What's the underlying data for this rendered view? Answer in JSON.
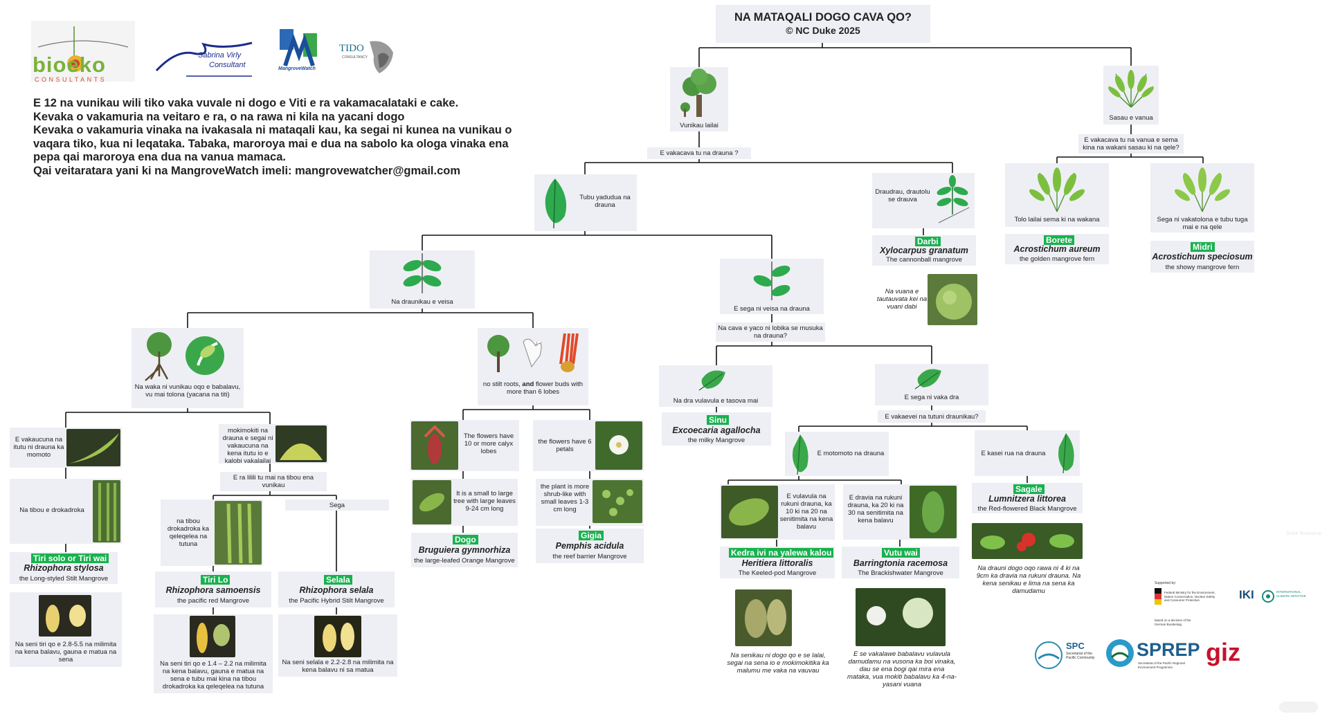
{
  "title": "NA MATAQALI DOGO CAVA QO?",
  "copyright": "© NC Duke 2025",
  "logos": {
    "bioeko_main": "bioeko",
    "bioeko_sub": "CONSULTANTS",
    "sabrina_line1": "Sabrina Virly",
    "sabrina_line2": "Consultant",
    "mangrovewatch": "MangroveWatch",
    "tido": "TIDO",
    "tido_sub": "CONSULTANCY",
    "supported_by": "Supported by:",
    "bmu_text": "Federal Ministry for the Environment, Nature Conservation, Nuclear Safety and Consumer Protection",
    "bmu_note": "based on a decision of the German Bundestag",
    "iki": "IKI",
    "iki_sub": "INTERNATIONAL CLIMATE INITIATIVE",
    "spc": "SPC",
    "spc_sub": "Secretariat of the Pacific Community",
    "sprep": "SPREP",
    "sprep_sub": "Secretariat of the Pacific Regional Environment Programme",
    "giz": "giz"
  },
  "intro": [
    "E 12 na vunikau wili tiko vaka vuvale ni dogo e Viti e ra vakamacalataki e cake.",
    "Kevaka o vakamuria na veitaro e ra, o na rawa ni kila na yacani dogo",
    "Kevaka o vakamuria vinaka na ivakasala ni mataqali kau, ka segai ni kunea na vunikau o",
    "vaqara tiko, kua ni leqataka. Tabaka, maroroya mai e dua na sabolo ka ologa vinaka ena",
    "pepa qai maroroya ena dua na vanua mamaca.",
    "Qai veitaratara yani ki na MangroveWatch imeli: mangrovewatcher@gmail.com"
  ],
  "nodes": {
    "tree": "Vunikau lailai",
    "fern": "Sasau e vanua",
    "q_leaf_type": "E vakacava tu na drauna ?",
    "q_fern": "E vakacava tu na vanua e sema kina na wakani sasau ki na qele?",
    "simple_leaf": "Tubu yadudua na drauna",
    "compound_leaf": "Draudrau, drautolu se drauva",
    "fern_stem": "Tolo lailai sema ki na wakana",
    "fern_rhizome": "Sega ni vakatolona e tubu tuga mai e na qele",
    "opposite": "Na draunikau e veisa",
    "alternate": "E sega ni veisa na drauna",
    "q_alt": "Na cava e yaco ni lobika se musuka na drauna?",
    "stilt": "Na waka ni vunikau oqo e babalavu, vu mai tolona (yacana na titi)",
    "nostilt_pre": "no stilt roots,",
    "nostilt_bold": "and",
    "nostilt_post": "flower buds with more than 6 lobes",
    "milky": "Na dra vulavula e tasova mai",
    "notmilky": "E sega ni vaka dra",
    "q_tip": "E vakaevei na tutuni draunikau?",
    "pointed": "E vakaucuna na itutu ni drauna ka momoto",
    "blunt": "mokimokiti na drauna e segai ni vakaucuna na kena itutu io e kalobi vakalailai",
    "q_infl": "E ra lilili tu mai na tibou ena vunikau",
    "sega": "Sega",
    "long_hyp": "Na tibou e drokadroka",
    "infl_green": "na tibou drokadroka ka qeleqelea na tutuna",
    "fl10": "The flowers have 10 or more calyx lobes",
    "fl6": "the flowers have 6 petals",
    "smalltree": "It is a small to large tree with large leaves 9-24 cm long",
    "shrub": "the plant is more shrub-like with small leaves 1-3 cm long",
    "rounded": "E motomoto na drauna",
    "notched": "E kasei rua na drauna",
    "heritiera_desc": "E vulavula na rukuni drauna, ka 10 ki na 20 na senitimita na kena balavu",
    "barr_desc": "E dravia na rukuni drauna, ka 20 ki na 30 na senitimita na kena balavu"
  },
  "species": {
    "xylocarpus": {
      "local": "Darbi",
      "sci": "Xylocarpus granatum",
      "common": "The cannonball mangrove"
    },
    "aureum": {
      "local": "Borete",
      "sci": "Acrostichum aureum",
      "common": "the golden mangrove fern"
    },
    "speciosum": {
      "local": "Midri",
      "sci": "Acrostichum speciosum",
      "common": "the showy mangrove fern"
    },
    "excoecaria": {
      "local": "Sinu",
      "sci": "Excoecaria agallocha",
      "common": "the milky Mangrove"
    },
    "stylosa": {
      "local": "Tiri solo or Tiri wai",
      "sci": "Rhizophora stylosa",
      "common": "the Long-styled Stilt Mangrove"
    },
    "samoensis": {
      "local": "Tiri Lo",
      "sci": "Rhizophora samoensis",
      "common": "the pacific red Mangrove"
    },
    "selala": {
      "local": "Selala",
      "sci": "Rhizophora selala",
      "common": "the Pacific Hybrid Stilt Mangrove"
    },
    "bruguiera": {
      "local": "Dogo",
      "sci": "Bruguiera gymnorhiza",
      "common": "the large-leafed Orange Mangrove"
    },
    "pemphis": {
      "local": "Gigia",
      "sci": "Pemphis acidula",
      "common": "the reef barrier Mangrove"
    },
    "heritiera": {
      "local": "Kedra ivi na yalewa kalou",
      "sci": "Heritiera littoralis",
      "common": "The Keeled-pod Mangrove"
    },
    "barringtonia": {
      "local": "Vutu wai",
      "sci": "Barringtonia racemosa",
      "common": "The Brackishwater Mangrove"
    },
    "lumnitzera": {
      "local": "Sagale",
      "sci": "Lumnitzera littorea",
      "common": "the Red-flowered Black Mangrove"
    }
  },
  "notes": {
    "xylocarpus_fruit": "Na vuana e tautauvata kei na vuani dabi",
    "stylosa_fl": "Na seni tiri qo e 2.8-5.5 na milimita na kena balavu, gauna e matua na sena",
    "samoensis_fl": "Na seni tiri qo e 1.4 – 2.2 na milimita na kena balavu, gauna e matua na sena e tubu mai kina na tibou drokadroka ka qeleqelea na tutuna",
    "selala_fl": "Na seni selala e 2.2-2.8 na milimita na kena balavu ni sa matua",
    "heritiera_fr": "Na senikau ni dogo qo e se lalai, segai na sena io e mokimokitika ka malumu me vaka na vauvau",
    "barr_fr": "E se vakalawe babalavu vulavula damudamu na vusona ka boi vinaka, dau se ena bogi qai mira ena mataka, vua mokiti babalavu ka 4-na-yasani vuana",
    "lumn_fl": "Na drauni dogo oqo rawa ni 4 ki na 9cm ka dravia na rukuni drauna. Na kena senikau e lima na sena ka damudamu"
  },
  "colors": {
    "box": "#eeeff4",
    "tag": "#19b14f",
    "leaf": "#2eaa4e",
    "line": "#111111"
  },
  "footer": {
    "watermark": "Scale Bootcamp"
  }
}
